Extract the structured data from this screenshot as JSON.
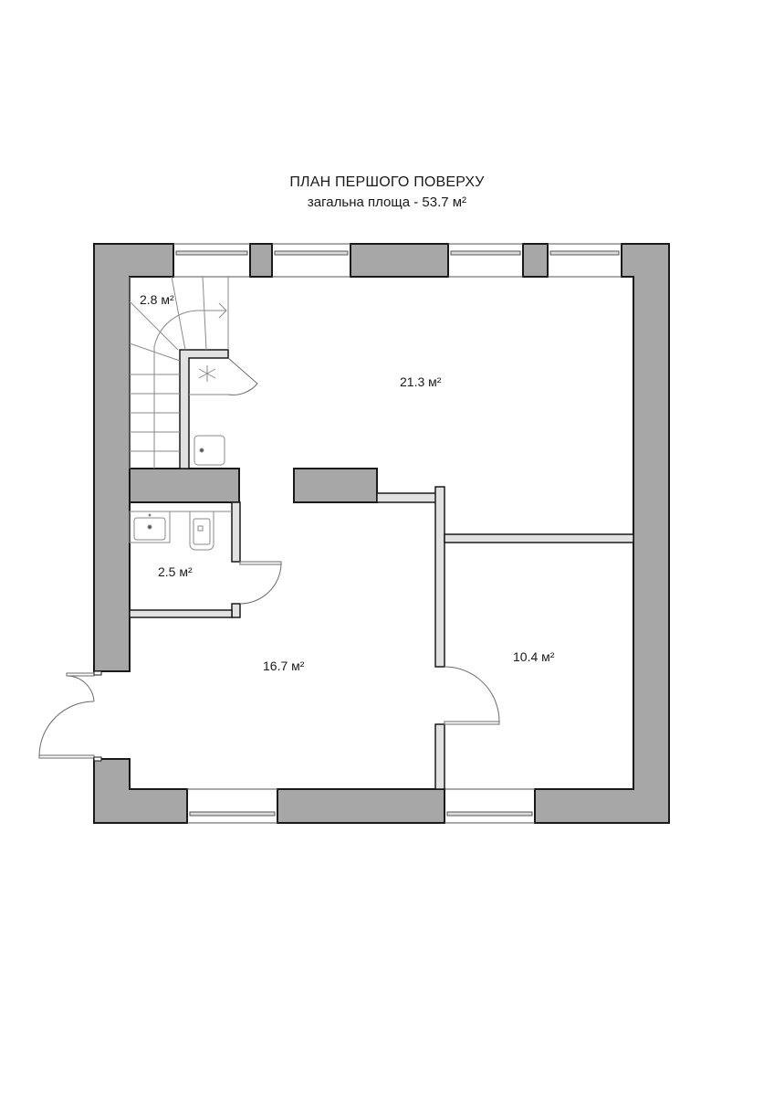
{
  "plan": {
    "title": "ПЛАН ПЕРШОГО ПОВЕРХУ",
    "subtitle": "загальна площа - 53.7 м²",
    "total_area": "53.7 м²"
  },
  "rooms": [
    {
      "id": "stairs",
      "area": "2.8 м²"
    },
    {
      "id": "living-kitchen",
      "area": "21.3 м²"
    },
    {
      "id": "bathroom",
      "area": "2.5 м²"
    },
    {
      "id": "hall",
      "area": "16.7 м²"
    },
    {
      "id": "bedroom",
      "area": "10.4 м²"
    }
  ],
  "colors": {
    "wall_fill": "#a7a7a7",
    "partition_fill": "#e2e2e2",
    "outline": "#1a1a1a",
    "fixture_line": "#8a8a8a"
  }
}
